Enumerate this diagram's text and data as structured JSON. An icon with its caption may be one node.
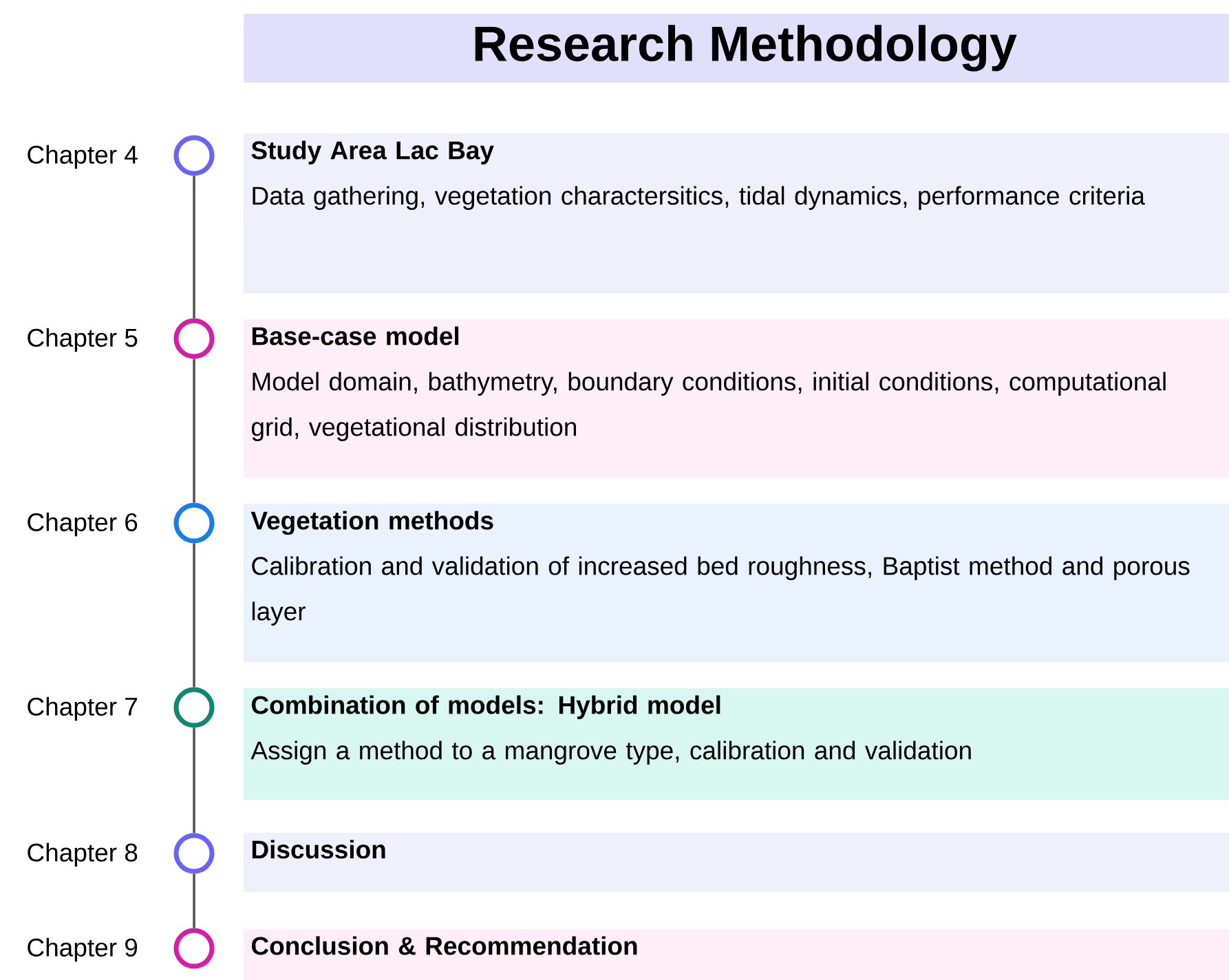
{
  "diagram": {
    "title": "Research Methodology",
    "nodes": [
      {
        "text": [],
        "shape": "circle",
        "beside": [
          "Chapter 4"
        ]
      },
      {
        "text": [
          "Study Area Lac Bay",
          "Data gathering, vegetation charactersitics, tidal dynamics, performance criteria"
        ]
      },
      {
        "text": [],
        "shape": "circle",
        "beside": [
          "Chapter 5"
        ]
      },
      {
        "text": [
          "Base-case model",
          "Model domain, bathymetry, boundary conditions, initial conditions, computational grid, vegetational distribution"
        ]
      },
      {
        "text": [],
        "shape": "circle",
        "beside": [
          "Chapter 6"
        ]
      },
      {
        "text": [
          "Vegetation methods",
          "Calibration and validation of increased bed roughness, Baptist method and porous layer"
        ]
      },
      {
        "text": [],
        "shape": "circle",
        "beside": [
          "Chapter 7"
        ]
      },
      {
        "text": [
          "Combination of models: Hybrid model",
          "Assign a method to a mangrove type, calibration and validation"
        ]
      },
      {
        "text": [],
        "shape": "circle",
        "beside": [
          "Chapter 8"
        ]
      },
      {
        "text": [
          "Discussion"
        ]
      },
      {
        "text": [],
        "shape": "circle",
        "beside": [
          "Chapter 9"
        ]
      },
      {
        "text": [
          "Conclusion & Recommendation"
        ]
      }
    ],
    "edges": [
      {
        "from": 0,
        "to": 2,
        "arrow": "none"
      },
      {
        "from": 2,
        "to": 4,
        "arrow": "none"
      },
      {
        "from": 4,
        "to": 6,
        "arrow": "none"
      },
      {
        "from": 6,
        "to": 8,
        "arrow": "none"
      },
      {
        "from": 8,
        "to": 10,
        "arrow": "none"
      }
    ]
  }
}
